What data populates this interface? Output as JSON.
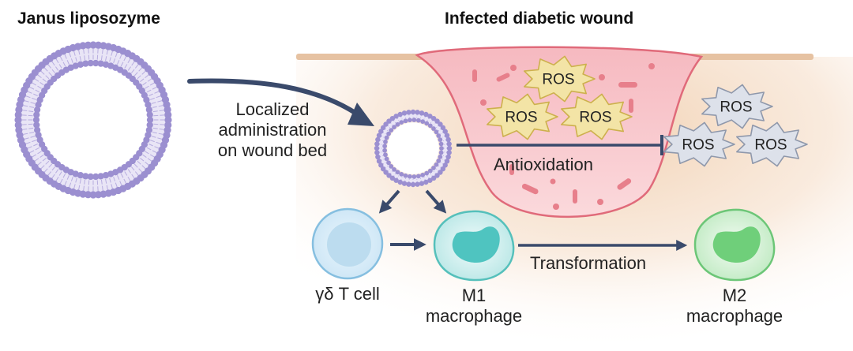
{
  "titles": {
    "left": "Janus liposozyme",
    "right": "Infected diabetic wound"
  },
  "labels": {
    "administration": [
      "Localized",
      "administration",
      "on wound bed"
    ],
    "antioxidation": "Antioxidation",
    "transformation": "Transformation",
    "t_cell": "γδ T cell",
    "m1": [
      "M1",
      "macrophage"
    ],
    "m2": [
      "M2",
      "macrophage"
    ],
    "ros": "ROS"
  },
  "colors": {
    "liposome_lipid": "#9b8fd0",
    "arrow": "#3a4a6b",
    "wound_fill": "#f5c0c6",
    "wound_edge": "#e06a7a",
    "skin": "#e8c3a3",
    "ros_inside": "#f3e4a6",
    "ros_outside": "#dde1ea",
    "t_cell": "#bcdcef",
    "m1_nucleus": "#4fc4c0",
    "m2_nucleus": "#6fcf7a"
  }
}
